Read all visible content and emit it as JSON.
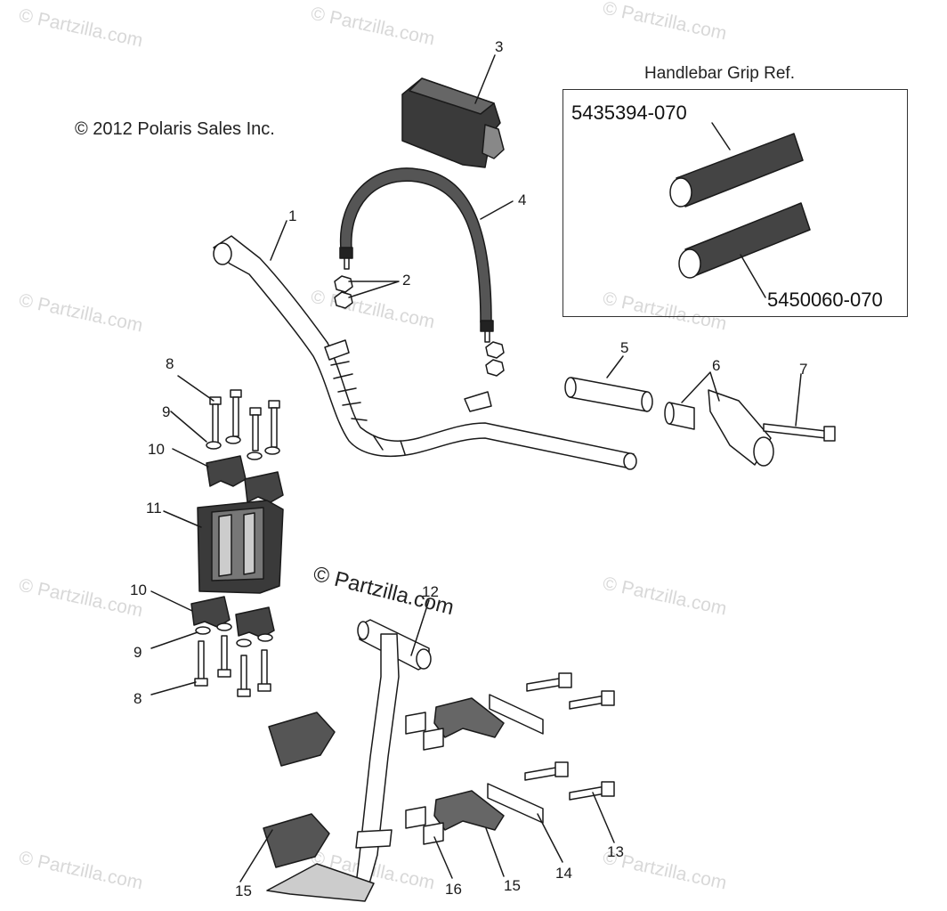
{
  "copyright": "© 2012 Polaris Sales Inc.",
  "grip_reference": {
    "title": "Handlebar Grip Ref.",
    "part_numbers": [
      "5435394-070",
      "5450060-070"
    ]
  },
  "center_watermark": "© Partzilla.com",
  "watermark": "© Partzilla.com",
  "callouts": [
    "1",
    "2",
    "3",
    "4",
    "5",
    "6",
    "7",
    "8",
    "9",
    "10",
    "11",
    "10",
    "9",
    "8",
    "12",
    "13",
    "14",
    "15",
    "16",
    "15"
  ],
  "colors": {
    "line": "#1a1a1a",
    "watermark": "#d8d8d8",
    "fill": "#ffffff"
  }
}
